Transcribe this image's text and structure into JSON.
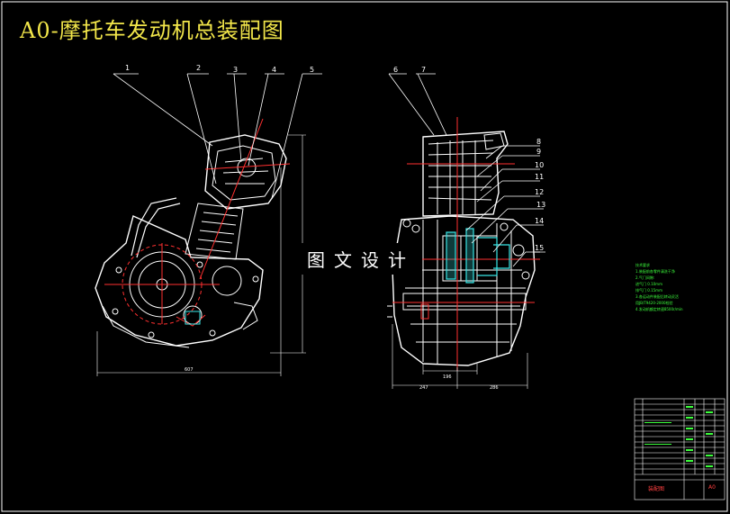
{
  "drawing": {
    "title": "A0-摩托车发动机总装配图",
    "watermark": "图文设计",
    "callouts_left": [
      "1",
      "2",
      "3",
      "4",
      "5"
    ],
    "callouts_right": [
      "6",
      "7",
      "8",
      "9",
      "10",
      "11",
      "12",
      "13",
      "14",
      "15"
    ],
    "dimensions": {
      "left_width": "607",
      "right_a": "196",
      "right_b": "247",
      "right_c": "286"
    },
    "notes": {
      "header": "技术要求",
      "lines": [
        "1.装配前各零件清洗干净",
        "2.气门间隙:",
        "  进气门  0.10mm",
        "  排气门  0.15mm",
        "3.各运动件装配后转动灵活",
        "  用JB/T9420-2000检验",
        "4.发动机额定转速8500r/min"
      ]
    },
    "title_block": {
      "stamp": "装配图",
      "sheet": "A0"
    },
    "colors": {
      "background": "#000000",
      "outline": "#ffffff",
      "accent_red": "#ff3030",
      "accent_cyan": "#38e6e6",
      "accent_green": "#3cff3c",
      "title": "#f2e64a"
    }
  }
}
